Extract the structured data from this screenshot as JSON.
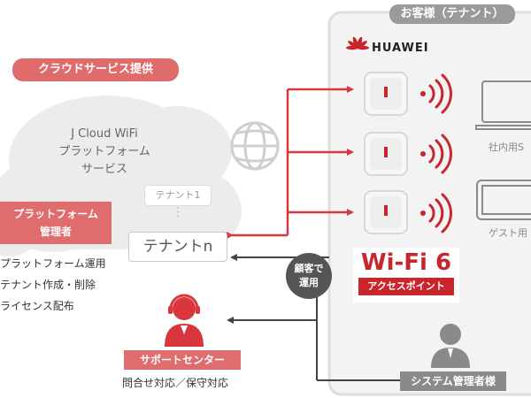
{
  "service_header": "クラウドサービス提供",
  "customer_header": "お客様（テナント）",
  "cloud_title_lines": [
    "J Cloud WiFi",
    "プラットフォーム",
    "サービス"
  ],
  "tenant1": "テナント1",
  "tenant_ellipsis": "⋮",
  "tenantn": "テナントn",
  "platform_admin_lines": [
    "プラットフォーム",
    "管理者"
  ],
  "admin_tasks": [
    "プラットフォーム運用",
    "テナント作成・削除",
    "ライセンス配布"
  ],
  "operation_bubble_lines": [
    "顧客で",
    "運用"
  ],
  "support_center": "サポートセンター",
  "support_tasks": "問合せ対応／保守対応",
  "brand": "HUAWEI",
  "wifi6_title": "Wi-Fi 6",
  "wifi6_subtitle": "アクセスポイント",
  "device_labels": [
    "社内用S",
    "ゲスト用"
  ],
  "system_admin": "システム管理者様",
  "colors": {
    "red": "#e06b6b",
    "arrow_red": "#d9363e",
    "wifi_red": "#c9252c",
    "dark_arrow": "#444444",
    "cloud": "#ececec",
    "gray_badge": "#9a9a9a",
    "bubble": "#555555"
  },
  "icons": [
    "cloud-shape",
    "globe-icon",
    "access-point-icon",
    "wifi-signal-icon",
    "laptop-icon",
    "tablet-icon",
    "headset-person-icon",
    "person-icon",
    "huawei-logo-icon",
    "alert-triangle-icon"
  ]
}
